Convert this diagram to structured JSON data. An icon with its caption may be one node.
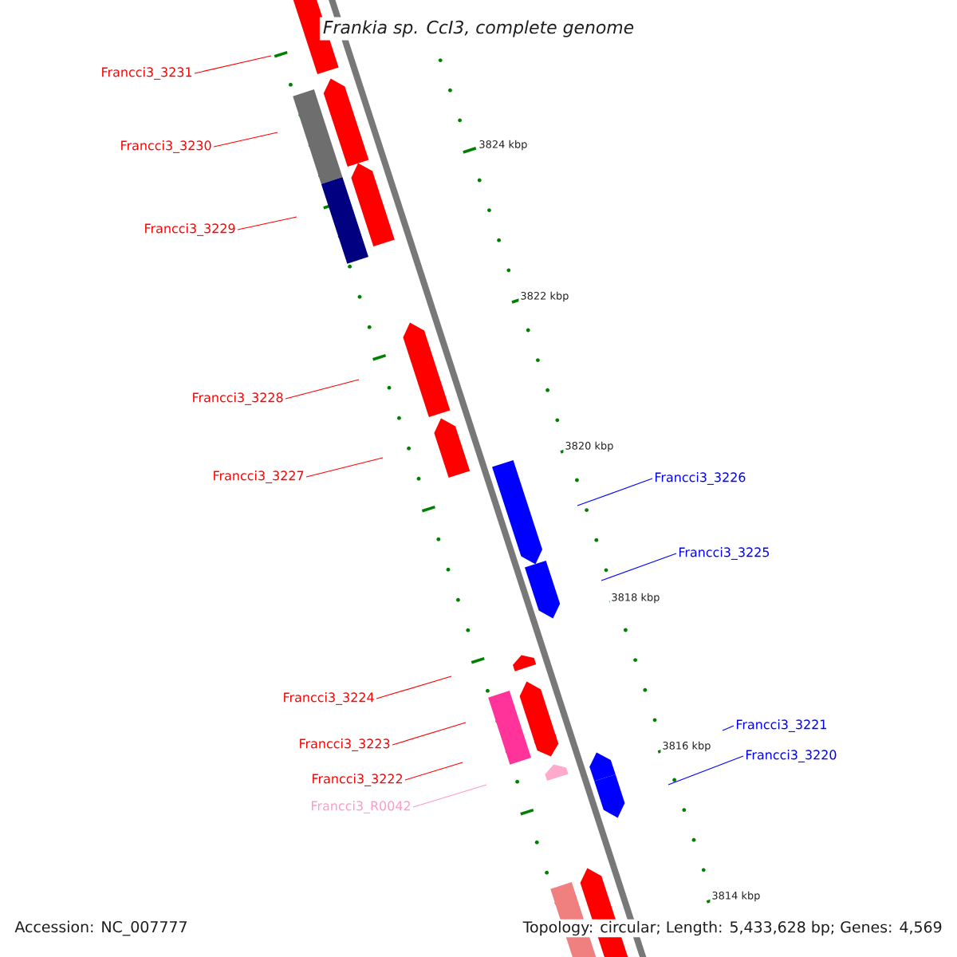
{
  "diagram": {
    "title": "Frankia sp. CcI3, complete genome",
    "nodes": [
      {
        "text": [
          "Francci3_3231"
        ]
      },
      {
        "text": [
          "Francci3_3230"
        ]
      },
      {
        "text": [
          "Francci3_3229"
        ]
      },
      {
        "text": [
          "Francci3_3228"
        ]
      },
      {
        "text": [
          "Francci3_3227"
        ]
      },
      {
        "text": [
          "Francci3_3226"
        ]
      },
      {
        "text": [
          "Francci3_3225"
        ]
      },
      {
        "text": [
          "Francci3_3224"
        ]
      },
      {
        "text": [
          "Francci3_3223"
        ]
      },
      {
        "text": [
          "Francci3_3222"
        ]
      },
      {
        "text": [
          "Francci3_R0042"
        ]
      },
      {
        "text": [
          "Francci3_3221"
        ]
      },
      {
        "text": [
          "Francci3_3220"
        ]
      }
    ],
    "edges": [
      {
        "from": 0,
        "to": null,
        "arrow": "none"
      },
      {
        "from": 1,
        "to": null,
        "arrow": "none"
      },
      {
        "from": 2,
        "to": null,
        "arrow": "none"
      },
      {
        "from": 3,
        "to": null,
        "arrow": "none"
      },
      {
        "from": 4,
        "to": null,
        "arrow": "none"
      },
      {
        "from": 5,
        "to": null,
        "arrow": "none",
        "color": "#0000ff"
      },
      {
        "from": 6,
        "to": null,
        "arrow": "none",
        "color": "#0000ff"
      },
      {
        "from": 7,
        "to": null,
        "arrow": "none"
      },
      {
        "from": 8,
        "to": null,
        "arrow": "none"
      },
      {
        "from": 9,
        "to": null,
        "arrow": "none"
      },
      {
        "from": 10,
        "to": null,
        "arrow": "none",
        "color": "#ff99cc"
      },
      {
        "from": 11,
        "to": null,
        "arrow": "none",
        "color": "#0000ff"
      },
      {
        "from": 12,
        "to": null,
        "arrow": "none",
        "color": "#0000ff"
      }
    ],
    "labels": [
      "3824 kbp",
      "3822 kbp",
      "3820 kbp",
      "3818 kbp",
      "3816 kbp",
      "3814 kbp",
      "Accession: NC_007777",
      "Topology: circular; Length: 5,433,628 bp; Genes: 4,569"
    ]
  }
}
